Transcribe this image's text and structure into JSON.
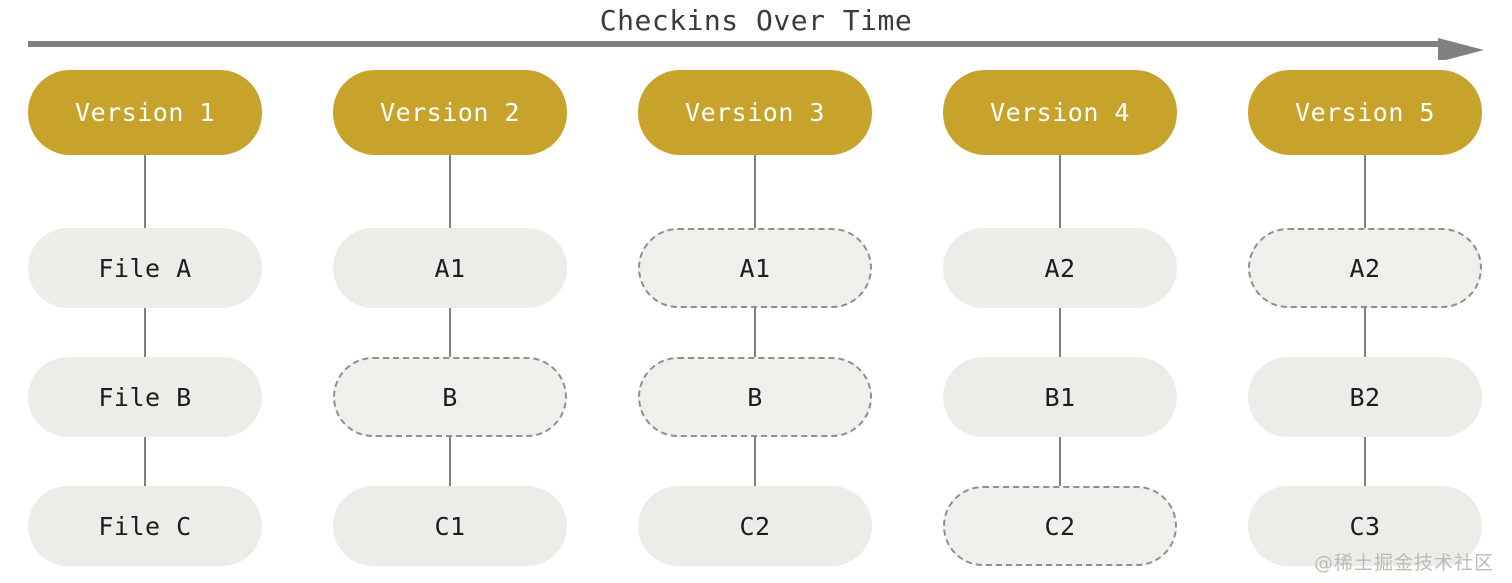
{
  "title": "Checkins Over Time",
  "colors": {
    "version_pill": "#c8a32c",
    "version_pill_text": "#ffffff",
    "file_node": "#ecede8",
    "file_node_text": "#1d1d1d",
    "dashed_border": "#8f8f8f",
    "connector": "#7f7f7f",
    "arrow": "#808080",
    "title_text": "#3b3b3b",
    "background": "#ffffff",
    "watermark": "#b9bdb4"
  },
  "arrow": {
    "icon": "right-arrow-icon",
    "direction": "right",
    "label": "time-axis"
  },
  "columns": [
    {
      "version_label": "Version 1",
      "files": [
        {
          "label": "File A",
          "style": "solid"
        },
        {
          "label": "File B",
          "style": "solid"
        },
        {
          "label": "File C",
          "style": "solid"
        }
      ]
    },
    {
      "version_label": "Version 2",
      "files": [
        {
          "label": "A1",
          "style": "solid"
        },
        {
          "label": "B",
          "style": "dashed"
        },
        {
          "label": "C1",
          "style": "solid"
        }
      ]
    },
    {
      "version_label": "Version 3",
      "files": [
        {
          "label": "A1",
          "style": "dashed"
        },
        {
          "label": "B",
          "style": "dashed"
        },
        {
          "label": "C2",
          "style": "solid"
        }
      ]
    },
    {
      "version_label": "Version 4",
      "files": [
        {
          "label": "A2",
          "style": "solid"
        },
        {
          "label": "B1",
          "style": "solid"
        },
        {
          "label": "C2",
          "style": "dashed"
        }
      ]
    },
    {
      "version_label": "Version 5",
      "files": [
        {
          "label": "A2",
          "style": "dashed"
        },
        {
          "label": "B2",
          "style": "solid"
        },
        {
          "label": "C3",
          "style": "solid"
        }
      ]
    }
  ],
  "watermark": "@稀土掘金技术社区"
}
